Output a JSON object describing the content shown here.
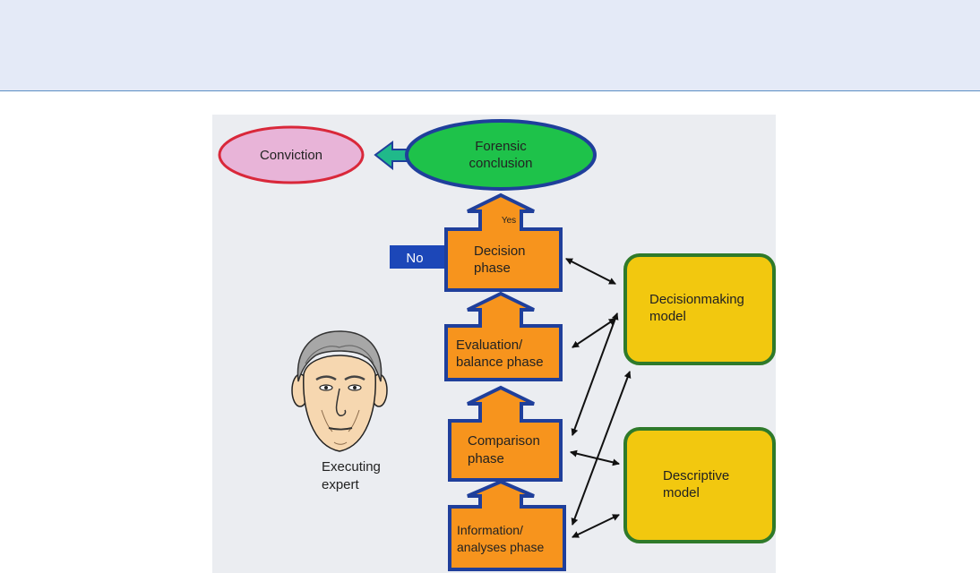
{
  "diagram": {
    "nodes": {
      "conviction": "Conviction",
      "forensic_conclusion": [
        "Forensic",
        "conclusion"
      ],
      "decision_phase": [
        "Decision",
        "phase"
      ],
      "evaluation_phase": [
        "Evaluation/",
        "balance phase"
      ],
      "comparison_phase": [
        "Comparison",
        "phase"
      ],
      "information_phase": [
        "Information/",
        "analyses phase"
      ],
      "decisionmaking_model": [
        "Decisionmaking",
        "model"
      ],
      "descriptive_model": [
        "Descriptive",
        "model"
      ],
      "no_label": "No",
      "yes_label": "Yes",
      "expert_caption": [
        "Executing",
        "expert"
      ]
    },
    "colors": {
      "orange": "#f7941d",
      "blue_border": "#1f3f9b",
      "green_ellipse": "#1ec24a",
      "pink_ellipse": "#e8b4d8",
      "red_border": "#d9283a",
      "yellow_box": "#f2c80f",
      "green_border": "#2f7a2a",
      "no_box": "#1c47b8",
      "band": "#e4eaf7",
      "panel": "#ebedf1"
    }
  }
}
